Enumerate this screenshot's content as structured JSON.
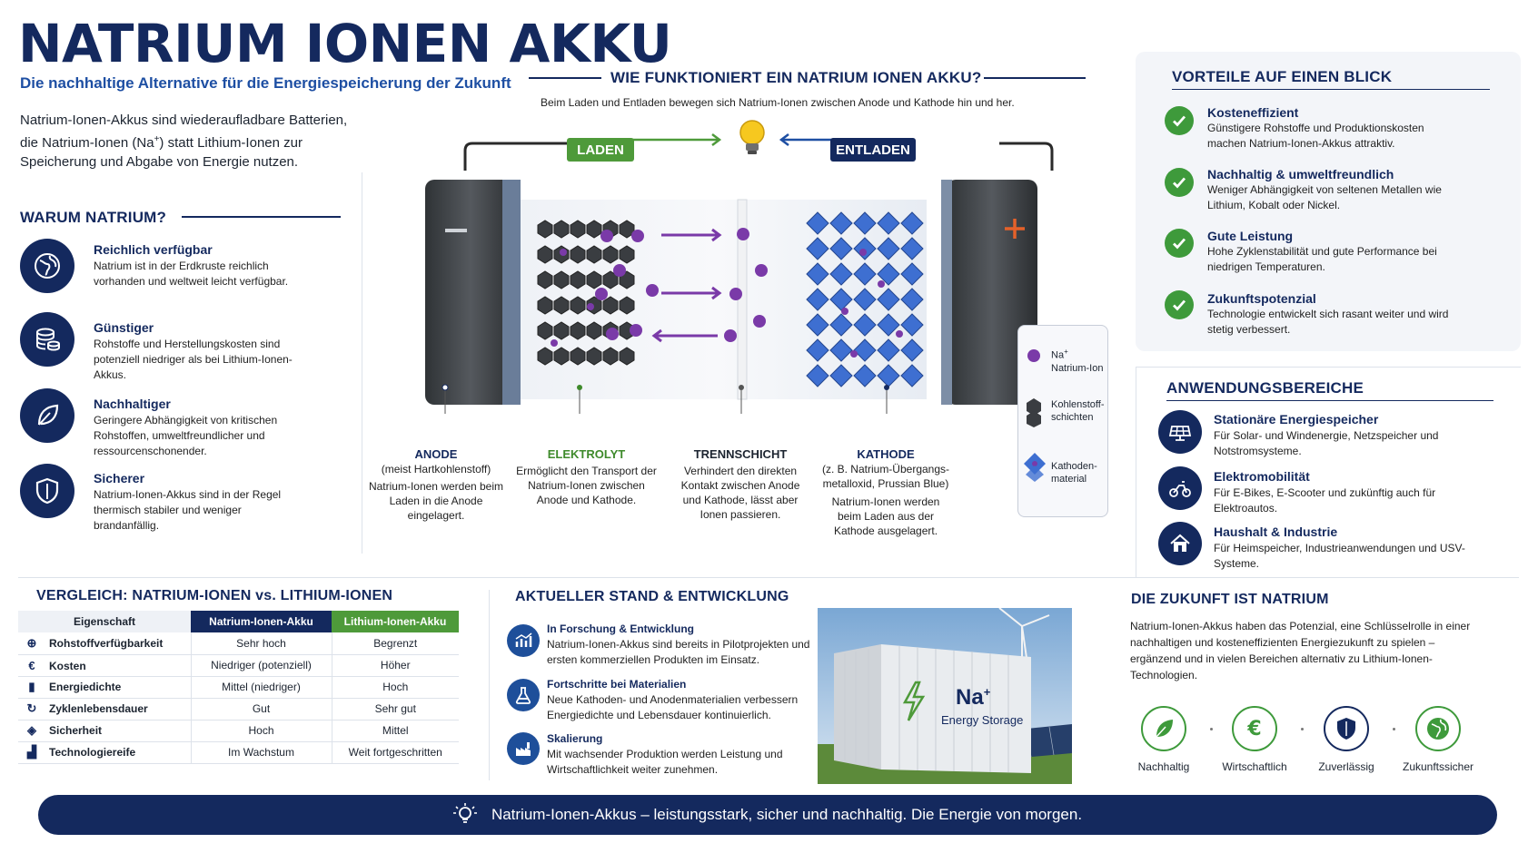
{
  "header": {
    "title": "NATRIUM IONEN AKKU",
    "subtitle": "Die nachhaltige Alternative für die Energiespeicherung der Zukunft",
    "intro_part1": "Natrium-Ionen-Akkus sind wiederaufladbare Batterien, die Natrium-Ionen (Na",
    "intro_sup": "+",
    "intro_part2": ") statt Lithium-Ionen zur Speicherung und Abgabe von Energie nutzen."
  },
  "why": {
    "heading": "WARUM NATRIUM?",
    "items": [
      {
        "title": "Reichlich verfügbar",
        "text": "Natrium ist in der Erdkruste reichlich vorhanden und weltweit leicht verfügbar.",
        "icon": "globe-icon"
      },
      {
        "title": "Günstiger",
        "text": "Rohstoffe und Herstellungskosten sind potenziell niedriger als bei Lithium-Ionen-Akkus.",
        "icon": "coins-icon"
      },
      {
        "title": "Nachhaltiger",
        "text": "Geringere Abhängigkeit von kritischen Rohstoffen, umweltfreundlicher und ressourcenschonender.",
        "icon": "leaf-icon"
      },
      {
        "title": "Sicherer",
        "text": "Natrium-Ionen-Akkus sind in der Regel thermisch stabiler und weniger brandanfällig.",
        "icon": "shield-icon"
      }
    ]
  },
  "how": {
    "heading": "WIE FUNKTIONIERT EIN NATRIUM IONEN AKKU?",
    "sub": "Beim Laden und Entladen bewegen sich Natrium-Ionen zwischen Anode und Kathode hin und her.",
    "charge_label": "LADEN",
    "discharge_label": "ENTLADEN",
    "minus": "—",
    "plus": "+",
    "legend": [
      {
        "label": "Na",
        "sup": "+",
        "label2": "Natrium-Ion"
      },
      {
        "label": "Kohlenstoff-",
        "label2": "schichten"
      },
      {
        "label": "Kathoden-",
        "label2": "material"
      }
    ],
    "parts": [
      {
        "name": "ANODE",
        "sub": "(meist Hartkohlenstoff)",
        "text": "Natrium-Ionen werden beim Laden in die Anode eingelagert.",
        "color": "#14295e"
      },
      {
        "name": "ELEKTROLYT",
        "sub": "",
        "text": "Ermöglicht den Transport der Natrium-Ionen zwischen Anode und Kathode.",
        "color": "#3e8a2b"
      },
      {
        "name": "TRENNSCHICHT",
        "sub": "",
        "text": "Verhindert den direkten Kontakt zwischen Anode und Kathode, lässt aber Ionen passieren.",
        "color": "#1c2430"
      },
      {
        "name": "KATHODE",
        "sub": "(z. B. Natrium-Übergangs-metalloxid, Prussian Blue)",
        "text": "Natrium-Ionen werden beim Laden aus der Kathode ausgelagert.",
        "color": "#14295e"
      }
    ]
  },
  "advantages": {
    "heading": "VORTEILE AUF EINEN BLICK",
    "items": [
      {
        "title": "Kosteneffizient",
        "text": "Günstigere Rohstoffe und Produktionskosten machen Natrium-Ionen-Akkus attraktiv."
      },
      {
        "title": "Nachhaltig & umweltfreundlich",
        "text": "Weniger Abhängigkeit von seltenen Metallen wie Lithium, Kobalt oder Nickel."
      },
      {
        "title": "Gute Leistung",
        "text": "Hohe Zyklenstabilität und gute Performance bei niedrigen Temperaturen."
      },
      {
        "title": "Zukunftspotenzial",
        "text": "Technologie entwickelt sich rasant weiter und wird stetig verbessert."
      }
    ]
  },
  "applications": {
    "heading": "ANWENDUNGSBEREICHE",
    "items": [
      {
        "title": "Stationäre Energiespeicher",
        "text": "Für Solar- und Windenergie, Netzspeicher und Notstromsysteme.",
        "icon": "solar-panel-icon"
      },
      {
        "title": "Elektromobilität",
        "text": "Für E-Bikes, E-Scooter und zukünftig auch für Elektroautos.",
        "icon": "scooter-icon"
      },
      {
        "title": "Haushalt & Industrie",
        "text": "Für Heimspeicher, Industrieanwendungen und USV-Systeme.",
        "icon": "house-icon"
      }
    ]
  },
  "comparison": {
    "heading": "VERGLEICH: NATRIUM-IONEN vs. LITHIUM-IONEN",
    "columns": [
      "Eigenschaft",
      "Natrium-Ionen-Akku",
      "Lithium-Ionen-Akku"
    ],
    "rows": [
      {
        "prop": "Rohstoffverfügbarkeit",
        "na": "Sehr hoch",
        "li": "Begrenzt",
        "icon": "globe-icon"
      },
      {
        "prop": "Kosten",
        "na": "Niedriger (potenziell)",
        "li": "Höher",
        "icon": "euro-icon"
      },
      {
        "prop": "Energiedichte",
        "na": "Mittel (niedriger)",
        "li": "Hoch",
        "icon": "battery-icon"
      },
      {
        "prop": "Zyklenlebensdauer",
        "na": "Gut",
        "li": "Sehr gut",
        "icon": "cycle-icon"
      },
      {
        "prop": "Sicherheit",
        "na": "Hoch",
        "li": "Mittel",
        "icon": "shield-icon"
      },
      {
        "prop": "Technologiereife",
        "na": "Im Wachstum",
        "li": "Weit fortgeschritten",
        "icon": "growth-chart-icon"
      }
    ],
    "colors": {
      "na": "#14295e",
      "li": "#4e9a3a"
    }
  },
  "development": {
    "heading": "AKTUELLER STAND & ENTWICKLUNG",
    "items": [
      {
        "title": "In Forschung & Entwicklung",
        "text": "Natrium-Ionen-Akkus sind bereits in Pilotprojekten und ersten kommerziellen Produkten im Einsatz.",
        "icon": "chart-icon"
      },
      {
        "title": "Fortschritte bei Materialien",
        "text": "Neue Kathoden- und Anodenmaterialien verbessern Energiedichte und Lebensdauer kontinuierlich.",
        "icon": "flask-icon"
      },
      {
        "title": "Skalierung",
        "text": "Mit wachsender Produktion werden Leistung und Wirtschaftlichkeit weiter zunehmen.",
        "icon": "factory-icon"
      }
    ],
    "container_label": "Na",
    "container_sup": "+",
    "container_sub": "Energy Storage"
  },
  "future": {
    "heading": "DIE ZUKUNFT IST NATRIUM",
    "text": "Natrium-Ionen-Akkus haben das Potenzial, eine Schlüsselrolle in einer nachhaltigen und kosteneffizienten Energiezukunft zu spielen – ergänzend und in vielen Bereichen alternativ zu Lithium-Ionen-Technologien.",
    "icons": [
      {
        "label": "Nachhaltig",
        "icon": "leaf-icon"
      },
      {
        "label": "Wirtschaftlich",
        "icon": "euro-icon"
      },
      {
        "label": "Zuverlässig",
        "icon": "shield-icon"
      },
      {
        "label": "Zukunftssicher",
        "icon": "globe-icon"
      }
    ]
  },
  "footer": {
    "text": "Natrium-Ionen-Akkus – leistungsstark, sicher und nachhaltig. Die Energie von morgen."
  }
}
